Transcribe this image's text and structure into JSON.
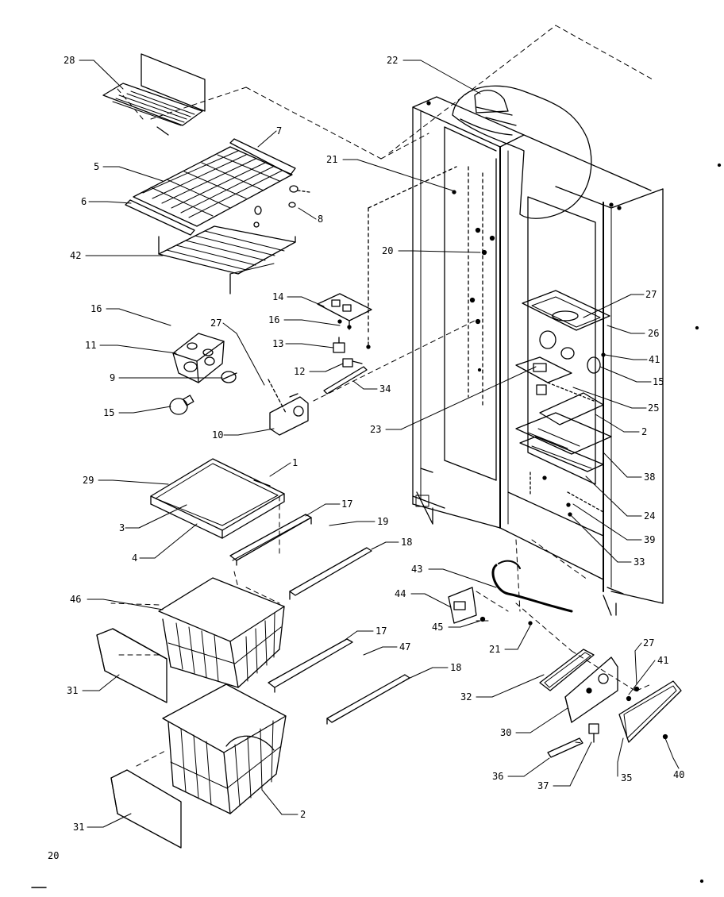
{
  "diagram": {
    "page_number": "20",
    "callouts": [
      {
        "id": "c28",
        "label": "28"
      },
      {
        "id": "c22",
        "label": "22"
      },
      {
        "id": "c7",
        "label": "7"
      },
      {
        "id": "c5",
        "label": "5"
      },
      {
        "id": "c21a",
        "label": "21"
      },
      {
        "id": "c6",
        "label": "6"
      },
      {
        "id": "c8",
        "label": "8"
      },
      {
        "id": "c42",
        "label": "42"
      },
      {
        "id": "c20",
        "label": "20"
      },
      {
        "id": "c14",
        "label": "14"
      },
      {
        "id": "c27a",
        "label": "27"
      },
      {
        "id": "c16a",
        "label": "16"
      },
      {
        "id": "c16b",
        "label": "16"
      },
      {
        "id": "c27b",
        "label": "27"
      },
      {
        "id": "c26",
        "label": "26"
      },
      {
        "id": "c11",
        "label": "11"
      },
      {
        "id": "c13",
        "label": "13"
      },
      {
        "id": "c41a",
        "label": "41"
      },
      {
        "id": "c12",
        "label": "12"
      },
      {
        "id": "c9",
        "label": "9"
      },
      {
        "id": "c15a",
        "label": "15"
      },
      {
        "id": "c34",
        "label": "34"
      },
      {
        "id": "c15b",
        "label": "15"
      },
      {
        "id": "c25",
        "label": "25"
      },
      {
        "id": "c23",
        "label": "23"
      },
      {
        "id": "c2a",
        "label": "2"
      },
      {
        "id": "c10",
        "label": "10"
      },
      {
        "id": "c29",
        "label": "29"
      },
      {
        "id": "c1",
        "label": "1"
      },
      {
        "id": "c38",
        "label": "38"
      },
      {
        "id": "c17a",
        "label": "17"
      },
      {
        "id": "c24",
        "label": "24"
      },
      {
        "id": "c3",
        "label": "3"
      },
      {
        "id": "c19",
        "label": "19"
      },
      {
        "id": "c39",
        "label": "39"
      },
      {
        "id": "c4",
        "label": "4"
      },
      {
        "id": "c18a",
        "label": "18"
      },
      {
        "id": "c33",
        "label": "33"
      },
      {
        "id": "c43",
        "label": "43"
      },
      {
        "id": "c46",
        "label": "46"
      },
      {
        "id": "c44",
        "label": "44"
      },
      {
        "id": "c45",
        "label": "45"
      },
      {
        "id": "c17b",
        "label": "17"
      },
      {
        "id": "c21b",
        "label": "21"
      },
      {
        "id": "c47",
        "label": "47"
      },
      {
        "id": "c27c",
        "label": "27"
      },
      {
        "id": "c41b",
        "label": "41"
      },
      {
        "id": "c18b",
        "label": "18"
      },
      {
        "id": "c31a",
        "label": "31"
      },
      {
        "id": "c32",
        "label": "32"
      },
      {
        "id": "c30",
        "label": "30"
      },
      {
        "id": "c36",
        "label": "36"
      },
      {
        "id": "c37",
        "label": "37"
      },
      {
        "id": "c35",
        "label": "35"
      },
      {
        "id": "c40",
        "label": "40"
      },
      {
        "id": "c2b",
        "label": "2"
      },
      {
        "id": "c31b",
        "label": "31"
      }
    ]
  }
}
